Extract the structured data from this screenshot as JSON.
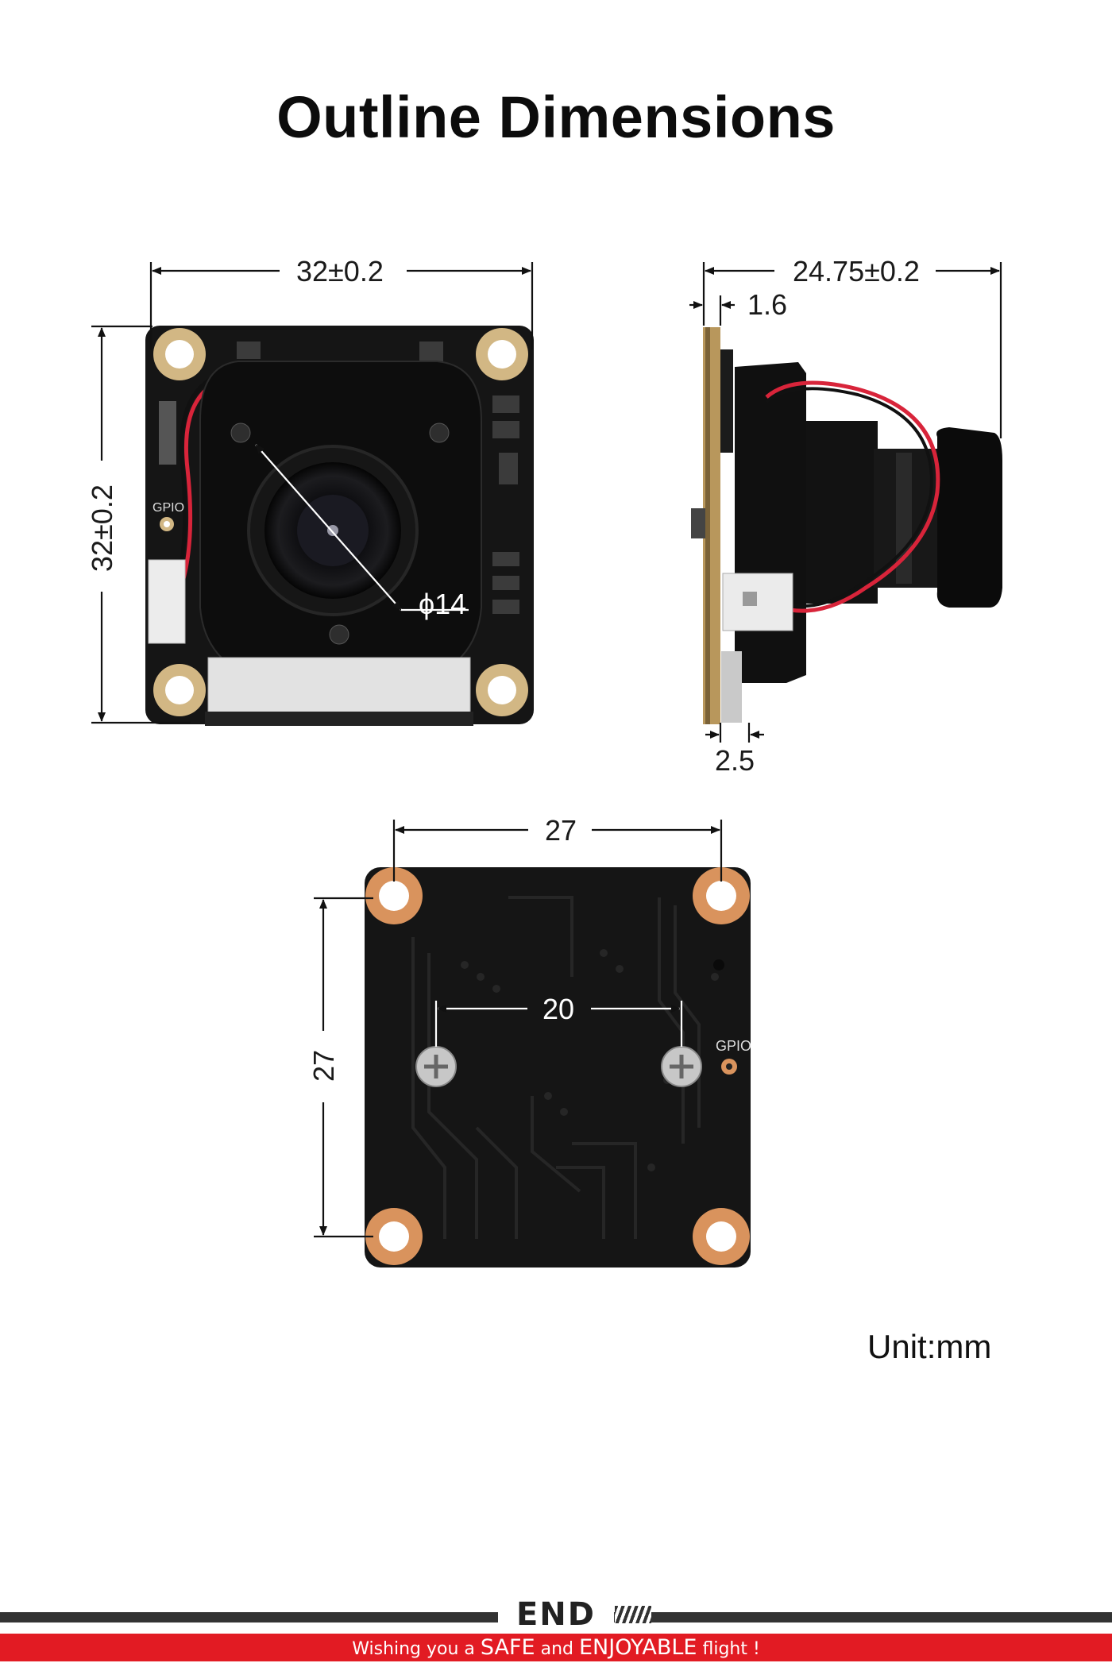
{
  "title": "Outline Dimensions",
  "front_view": {
    "width_label": "32±0.2",
    "height_label": "32±0.2",
    "lens_label": "ϕ14",
    "gpio_label": "GPIO"
  },
  "side_view": {
    "depth_label": "24.75±0.2",
    "board_label": "1.6",
    "connector_label": "2.5"
  },
  "back_view": {
    "width_label": "27",
    "height_label": "27",
    "screw_label": "20",
    "gpio_label": "GPIO"
  },
  "unit_label": "Unit:mm",
  "footer": {
    "logo": "END",
    "tagline_pre": "Wishing you a",
    "tagline_safe": "SAFE",
    "tagline_and": "and",
    "tagline_enjoyable": "ENJOYABLE",
    "tagline_post": "flight !"
  },
  "colors": {
    "pcb": "#151515",
    "gold_pad": "#d2b784",
    "copper_pad": "#d9935d",
    "footer_red": "#e21b23",
    "wire_red": "#d8243a"
  }
}
